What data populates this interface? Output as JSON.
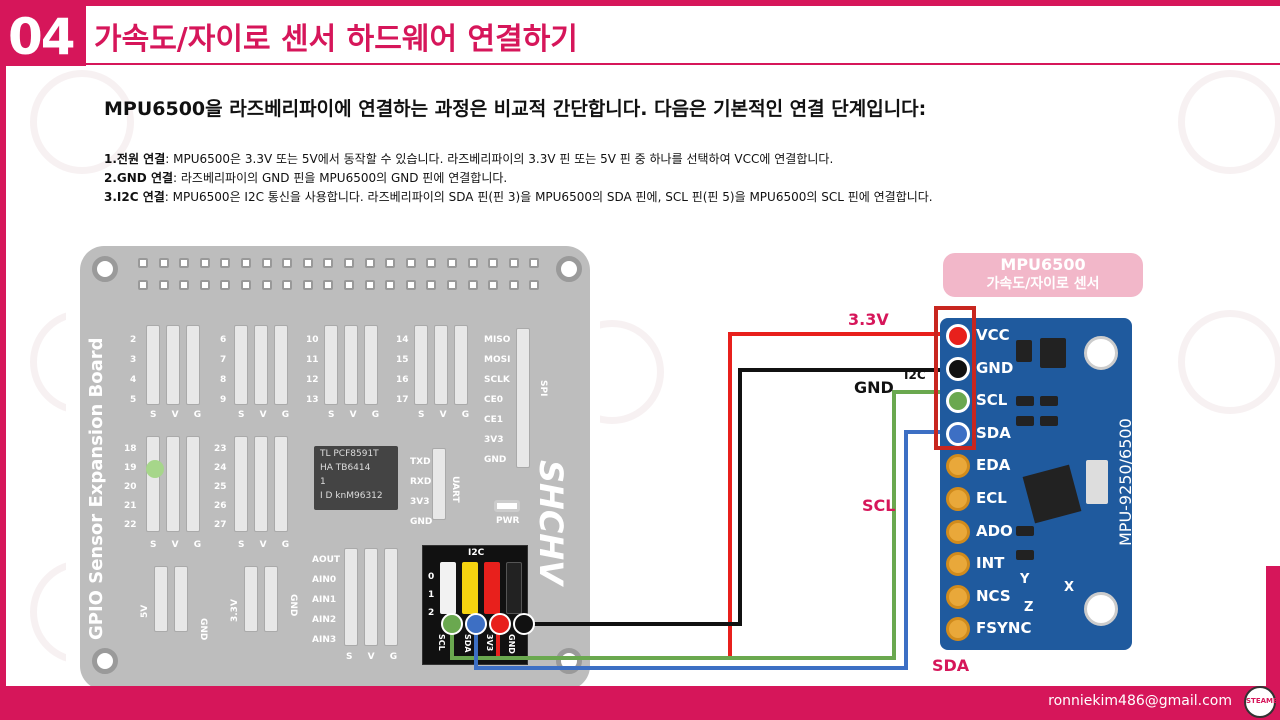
{
  "header": {
    "number": "04",
    "title": "가속도/자이로 센서 하드웨어 연결하기"
  },
  "headline": "MPU6500을 라즈베리파이에 연결하는 과정은 비교적 간단합니다. 다음은 기본적인 연결 단계입니다:",
  "steps": [
    {
      "title": "1.전원 연결",
      "text": ": MPU6500은 3.3V 또는 5V에서 동작할 수 있습니다. 라즈베리파이의 3.3V 핀 또는 5V 핀 중 하나를 선택하여 VCC에 연결합니다."
    },
    {
      "title": "2.GND 연결",
      "text": ": 라즈베리파이의 GND 핀을 MPU6500의 GND 핀에 연결합니다."
    },
    {
      "title": "3.I2C 연결",
      "text": ": MPU6500은 I2C 통신을 사용합니다. 라즈베리파이의 SDA 핀(핀 3)을 MPU6500의 SDA 핀에, SCL 핀(핀 5)을 MPU6500의 SCL 핀에 연결합니다."
    }
  ],
  "board": {
    "name": "GPIO Sensor Expansion Board",
    "brand": "SHCHV",
    "pin_numbers_a": [
      "2",
      "3",
      "4",
      "5"
    ],
    "pin_numbers_b": [
      "6",
      "7",
      "8",
      "9"
    ],
    "pin_numbers_c": [
      "10",
      "11",
      "12",
      "13"
    ],
    "pin_numbers_d": [
      "14",
      "15",
      "16",
      "17"
    ],
    "pin_numbers_e": [
      "18",
      "19",
      "20",
      "21",
      "22"
    ],
    "pin_numbers_f": [
      "23",
      "24",
      "25",
      "26",
      "27"
    ],
    "svg": "S V G",
    "spi_labels": [
      "MISO",
      "MOSI",
      "SCLK",
      "CE0",
      "CE1",
      "3V3",
      "GND"
    ],
    "spi_title": "SPI",
    "uart_labels": [
      "TXD",
      "RXD",
      "3V3",
      "GND"
    ],
    "uart_title": "UART",
    "pwr": "PWR",
    "analog_labels": [
      "AOUT",
      "AIN0",
      "AIN1",
      "AIN2",
      "AIN3"
    ],
    "chip_lines": [
      "TL PCF8591T",
      "HA    TB6414",
      "    1",
      "I D knM96312"
    ],
    "i2c_title": "I2C",
    "i2c_rows": [
      "0",
      "1",
      "2"
    ],
    "i2c_pins": [
      "SCL",
      "SDA",
      "3V3",
      "GND"
    ],
    "power_5v": "5V",
    "power_3v3": "3.3V",
    "gnd": "GND"
  },
  "sensor": {
    "title": "MPU6500",
    "subtitle": "가속도/자이로 센서",
    "pins": [
      "VCC",
      "GND",
      "SCL",
      "SDA",
      "EDA",
      "ECL",
      "ADO",
      "INT",
      "NCS",
      "FSYNC"
    ],
    "print": "MPU-9250/6500",
    "i2c": "I2C",
    "axes": [
      "Y",
      "Z",
      "X"
    ]
  },
  "wires": {
    "v33": "3.3V",
    "gnd": "GND",
    "scl": "SCL",
    "sda": "SDA",
    "colors": {
      "v33": "#e8201c",
      "gnd": "#111111",
      "scl": "#6aa84f",
      "sda": "#3d6fc4"
    }
  },
  "footer": {
    "email": "ronniekim486@gmail.com",
    "logo": "STEAMEDU"
  }
}
